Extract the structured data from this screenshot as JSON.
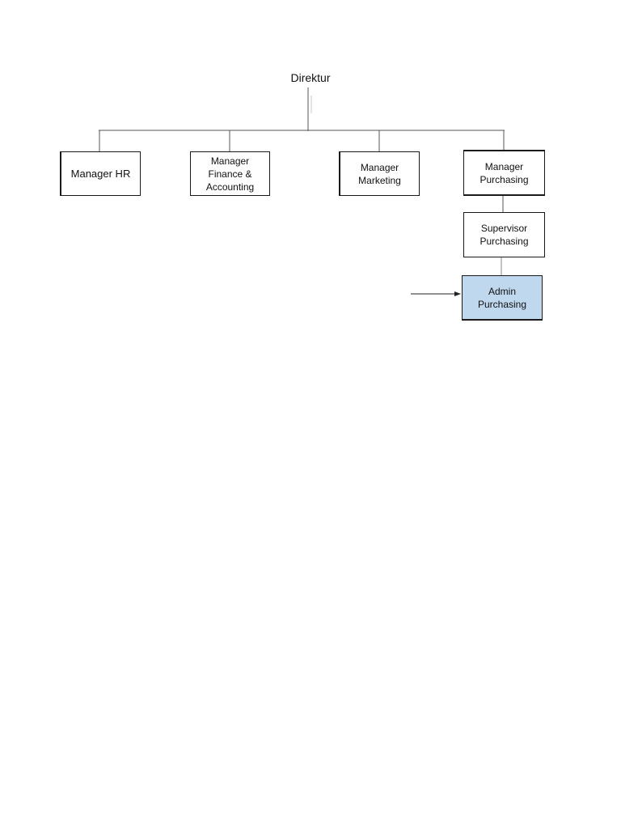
{
  "org_chart": {
    "root": {
      "label": "Direktur"
    },
    "managers": [
      {
        "id": "hr",
        "label": "Manager HR"
      },
      {
        "id": "finance",
        "label": "Manager\nFinance &\nAccounting"
      },
      {
        "id": "marketing",
        "label": "Manager\nMarketing"
      },
      {
        "id": "purchasing",
        "label": "Manager\nPurchasing"
      }
    ],
    "supervisor": {
      "label": "Supervisor\nPurchasing"
    },
    "admin": {
      "label": "Admin\nPurchasing",
      "highlight_color": "#c0d8ee"
    }
  },
  "colors": {
    "line": "#333333",
    "border": "#1a1a1a",
    "background": "#ffffff"
  }
}
